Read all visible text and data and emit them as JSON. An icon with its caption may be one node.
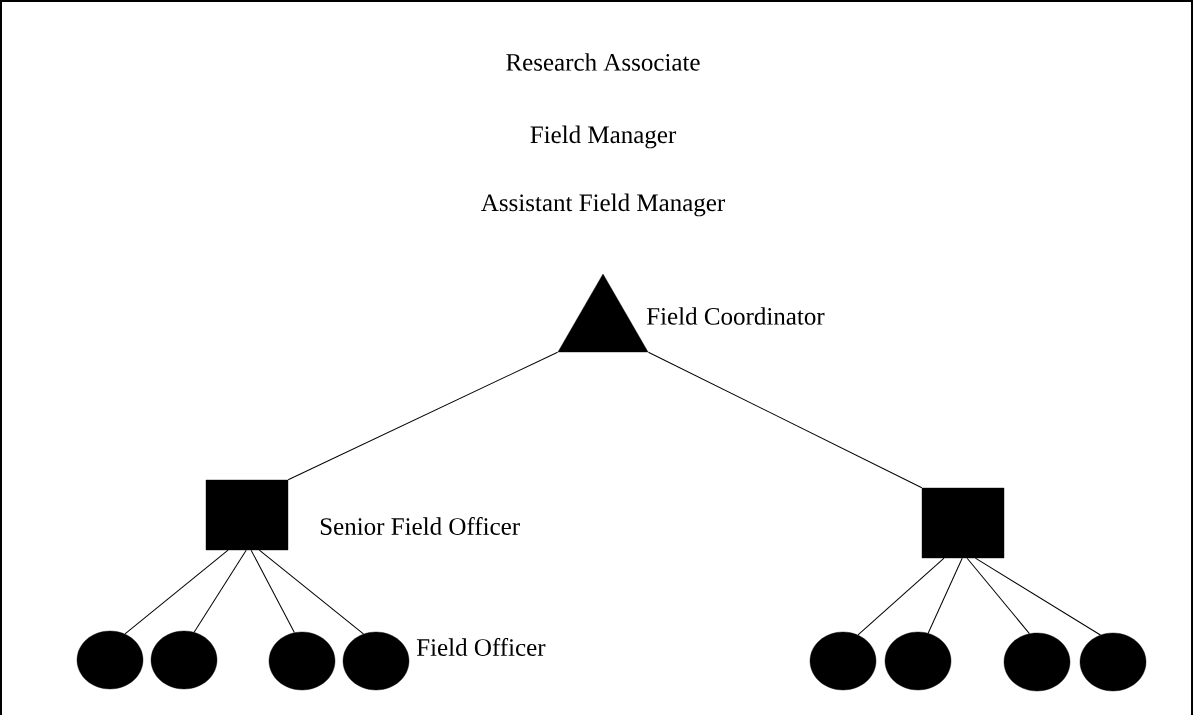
{
  "diagram": {
    "nodes": [
      {
        "text": [],
        "shape": "triangle",
        "beside": [
          "Field Coordinator"
        ]
      },
      {
        "text": [],
        "shape": "box",
        "beside": [
          "Senior Field Officer"
        ]
      },
      {
        "text": [],
        "shape": "box"
      },
      {
        "text": [],
        "shape": "circle"
      },
      {
        "text": [],
        "shape": "circle"
      },
      {
        "text": [],
        "shape": "circle"
      },
      {
        "text": [],
        "shape": "circle",
        "beside": [
          "Field Officer"
        ]
      },
      {
        "text": [],
        "shape": "circle"
      },
      {
        "text": [],
        "shape": "circle"
      },
      {
        "text": [],
        "shape": "circle"
      },
      {
        "text": [],
        "shape": "circle"
      }
    ],
    "edges": [
      {
        "from": 0,
        "to": 1,
        "arrow": "none"
      },
      {
        "from": 0,
        "to": 2,
        "arrow": "none"
      },
      {
        "from": 1,
        "to": 3,
        "arrow": "none"
      },
      {
        "from": 1,
        "to": 4,
        "arrow": "none"
      },
      {
        "from": 1,
        "to": 5,
        "arrow": "none"
      },
      {
        "from": 1,
        "to": 6,
        "arrow": "none"
      },
      {
        "from": 2,
        "to": 7,
        "arrow": "none"
      },
      {
        "from": 2,
        "to": 8,
        "arrow": "none"
      },
      {
        "from": 2,
        "to": 9,
        "arrow": "none"
      },
      {
        "from": 2,
        "to": 10,
        "arrow": "none"
      }
    ],
    "labels": [
      "Research Associate",
      "Field Manager",
      "Assistant Field Manager"
    ]
  }
}
